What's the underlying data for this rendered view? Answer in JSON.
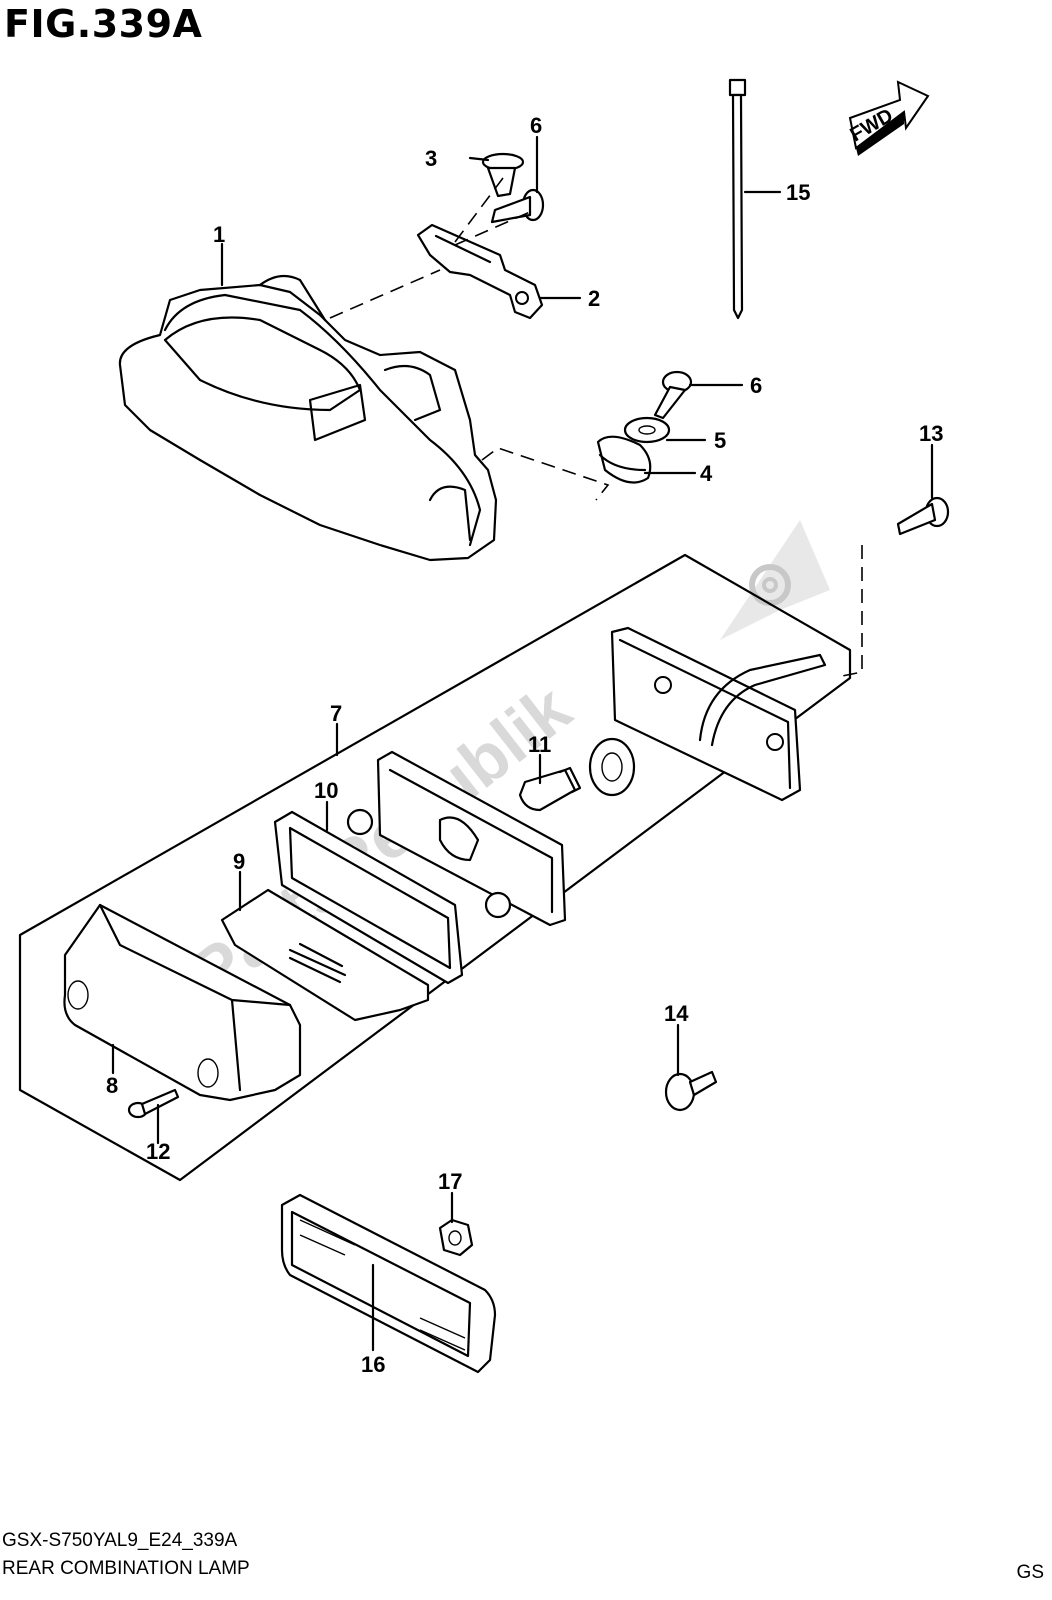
{
  "figure": {
    "title": "FIG.339A",
    "code": "GSX-S750YAL9_E24_339A",
    "caption": "REAR COMBINATION LAMP",
    "corner_tag": "GS"
  },
  "badge": {
    "text": "FWD"
  },
  "callouts": {
    "c1": "1",
    "c2": "2",
    "c3": "3",
    "c4": "4",
    "c5": "5",
    "c6a": "6",
    "c6b": "6",
    "c7": "7",
    "c8": "8",
    "c9": "9",
    "c10": "10",
    "c11": "11",
    "c12": "12",
    "c13": "13",
    "c14": "14",
    "c15": "15",
    "c16": "16",
    "c17": "17"
  },
  "watermark": {
    "text": "PartsRepublik",
    "icon": "gear-icon"
  }
}
